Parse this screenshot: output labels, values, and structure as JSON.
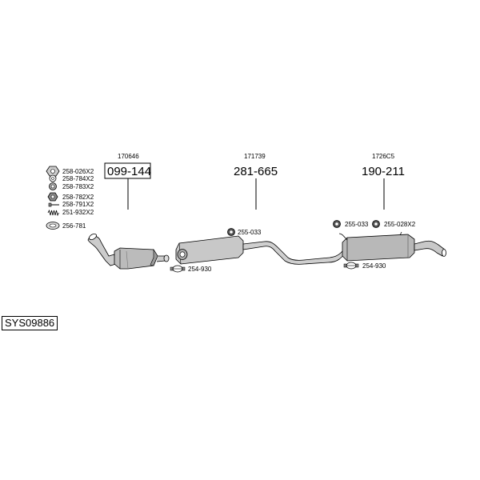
{
  "system_code": "SYS09886",
  "groups": [
    {
      "ref_code": "170646",
      "part_number": "099-144",
      "boxed": true
    },
    {
      "ref_code": "171739",
      "part_number": "281-665",
      "boxed": false
    },
    {
      "ref_code": "1726C5",
      "part_number": "190-211",
      "boxed": false
    }
  ],
  "accessory_list": [
    {
      "label": "258-026X2",
      "icon": "nut-icon"
    },
    {
      "label": "258-784X2",
      "icon": "washer-icon"
    },
    {
      "label": "258-783X2",
      "icon": "lock-nut-icon"
    },
    {
      "label": "258-782X2",
      "icon": "flange-nut-icon"
    },
    {
      "label": "258-791X2",
      "icon": "bolt-icon"
    },
    {
      "label": "251-932X2",
      "icon": "spring-icon"
    },
    {
      "label": "256-781",
      "icon": "gasket-ring-icon"
    }
  ],
  "callouts": [
    {
      "label": "254-930",
      "icon": "clamp-icon"
    },
    {
      "label": "255-033",
      "icon": "rubber-mount-icon"
    },
    {
      "label": "255-033",
      "icon": "rubber-mount-icon"
    },
    {
      "label": "255-028X2",
      "icon": "rubber-mount-icon"
    },
    {
      "label": "254-930",
      "icon": "clamp-icon"
    }
  ]
}
